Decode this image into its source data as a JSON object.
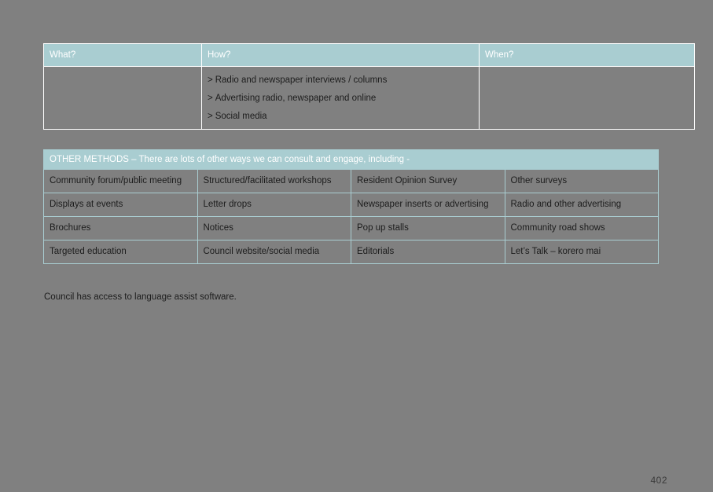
{
  "page": {
    "background_color": "#808080",
    "accent_color": "#a9cdd1",
    "text_color": "#1c1c1c",
    "page_number": "402"
  },
  "top_table": {
    "headers": [
      {
        "label": "What?"
      },
      {
        "label": "How?"
      },
      {
        "label": "When?"
      }
    ],
    "row": {
      "what": "",
      "how_items": [
        {
          "bullet": ">",
          "text": "Radio and newspaper interviews / columns"
        },
        {
          "bullet": ">",
          "text": "Advertising radio, newspaper and online"
        },
        {
          "bullet": ">",
          "text": "Social media"
        }
      ],
      "when": ""
    }
  },
  "methods_table": {
    "banner": "OTHER METHODS – There are lots of other ways we can consult and engage, including -",
    "rows": [
      [
        "Community forum/public meeting",
        "Structured/facilitated workshops",
        "Resident Opinion Survey",
        "Other surveys"
      ],
      [
        "Displays at events",
        "Letter drops",
        "Newspaper inserts or advertising",
        "Radio and other advertising"
      ],
      [
        "Brochures",
        "Notices",
        "Pop up stalls",
        "Community road shows"
      ],
      [
        "Targeted education",
        "Council website/social media",
        "Editorials",
        "Let’s Talk – korero mai"
      ]
    ]
  },
  "footnote": "Council has access to language assist software."
}
